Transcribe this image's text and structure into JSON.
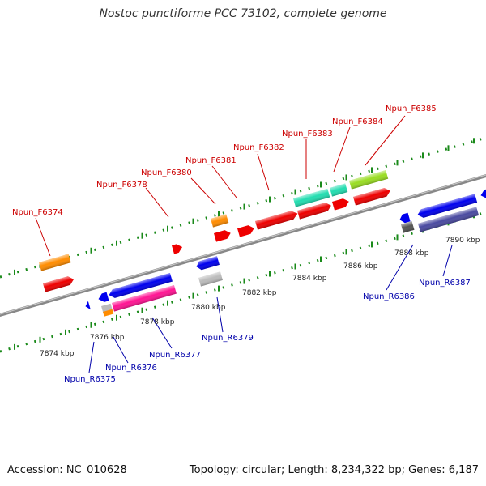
{
  "title": "Nostoc punctiforme PCC 73102, complete genome",
  "accession": "Accession: NC_010628",
  "topology": "Topology: circular; Length: 8,234,322 bp; Genes: 6,187",
  "tick_labels": [
    "7874 kbp",
    "7876 kbp",
    "7878 kbp",
    "7880 kbp",
    "7882 kbp",
    "7884 kbp",
    "7886 kbp",
    "7888 kbp",
    "7890 kbp"
  ],
  "forward_genes": [
    "Npun_F6374",
    "Npun_F6378",
    "Npun_F6380",
    "Npun_F6381",
    "Npun_F6382",
    "Npun_F6383",
    "Npun_F6384",
    "Npun_F6385"
  ],
  "reverse_genes": [
    "Npun_R6375",
    "Npun_R6376",
    "Npun_R6377",
    "Npun_R6379",
    "Npun_R6386",
    "Npun_R6387"
  ],
  "colors": {
    "forward_label": "#cc0000",
    "reverse_label": "#0000aa",
    "backbone": "#888888",
    "tick": "#1a8a1a"
  }
}
